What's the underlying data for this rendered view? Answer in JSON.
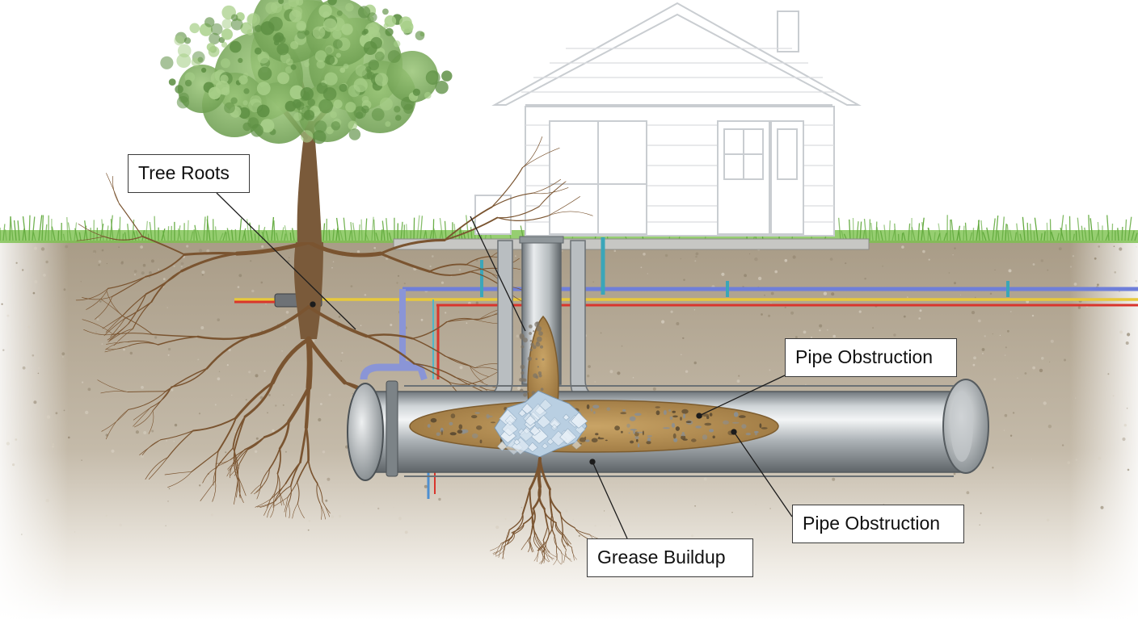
{
  "labels": {
    "tree_roots": "Tree Roots",
    "pipe_obstruction_upper": "Pipe Obstruction",
    "pipe_obstruction_lower": "Pipe Obstruction",
    "grease_buildup": "Grease Buildup"
  },
  "colors": {
    "grass": "#7cc24e",
    "soil": "#b9ae9c",
    "pipe": "#9aa1a6",
    "clog": "#b08a4e",
    "root": "#7a5430",
    "water_line": "#6f7fd9",
    "gas_line": "#e8c93a",
    "electric_line": "#d9352c"
  }
}
